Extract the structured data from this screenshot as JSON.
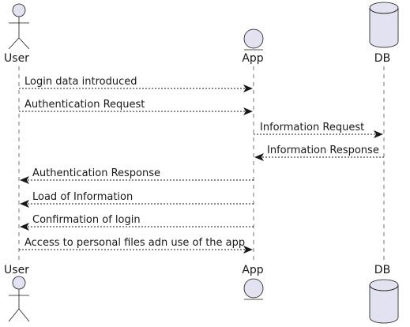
{
  "participants": [
    {
      "id": "user",
      "label": "User",
      "kind": "actor"
    },
    {
      "id": "app",
      "label": "App",
      "kind": "entity"
    },
    {
      "id": "db",
      "label": "DB",
      "kind": "database"
    }
  ],
  "messages": [
    {
      "from": "user",
      "to": "app",
      "label": "Login data introduced"
    },
    {
      "from": "user",
      "to": "app",
      "label": "Authentication Request"
    },
    {
      "from": "app",
      "to": "db",
      "label": "Information Request"
    },
    {
      "from": "db",
      "to": "app",
      "label": "Information Response"
    },
    {
      "from": "app",
      "to": "user",
      "label": "Authentication Response"
    },
    {
      "from": "app",
      "to": "user",
      "label": "Load of Information"
    },
    {
      "from": "app",
      "to": "user",
      "label": "Confirmation of login"
    },
    {
      "from": "user",
      "to": "app",
      "label": "Access to personal files adn use of the app"
    }
  ],
  "colors": {
    "participant_fill": "#E2E2F0",
    "stroke": "#181818"
  }
}
